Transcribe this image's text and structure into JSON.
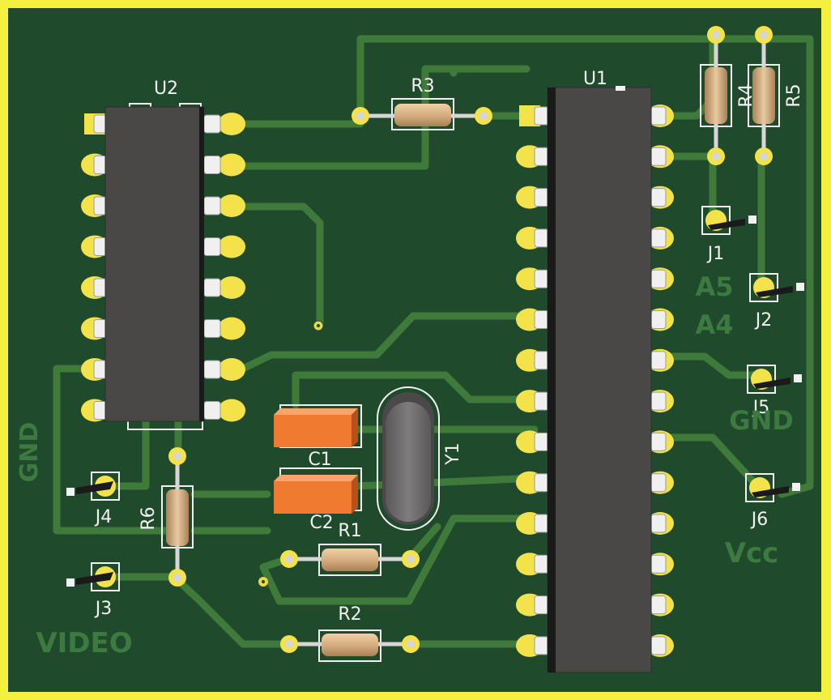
{
  "colors": {
    "frame": "#f4f040",
    "board": "#1f4a2c",
    "trace": "#3f7a3a",
    "silk_white": "#f2f2f2",
    "silk_text": "#3c7a40",
    "pad": "#f4e24a",
    "ic_body": "#4a4847",
    "resistor": "#d9b488",
    "capacitor": "#f07a30",
    "crystal": "#6d6b6b"
  },
  "components": {
    "u1": "U1",
    "u2": "U2",
    "r1": "R1",
    "r2": "R2",
    "r3": "R3",
    "r4": "R4",
    "r5": "R5",
    "r6": "R6",
    "c1": "C1",
    "c2": "C2",
    "y1": "Y1",
    "j1": "J1",
    "j2": "J2",
    "j3": "J3",
    "j4": "J4",
    "j5": "J5",
    "j6": "J6"
  },
  "silkscreen": {
    "gnd_left": "GND",
    "video": "VIDEO",
    "a5": "A5",
    "a4": "A4",
    "gnd_right": "GND",
    "vcc": "Vcc"
  }
}
